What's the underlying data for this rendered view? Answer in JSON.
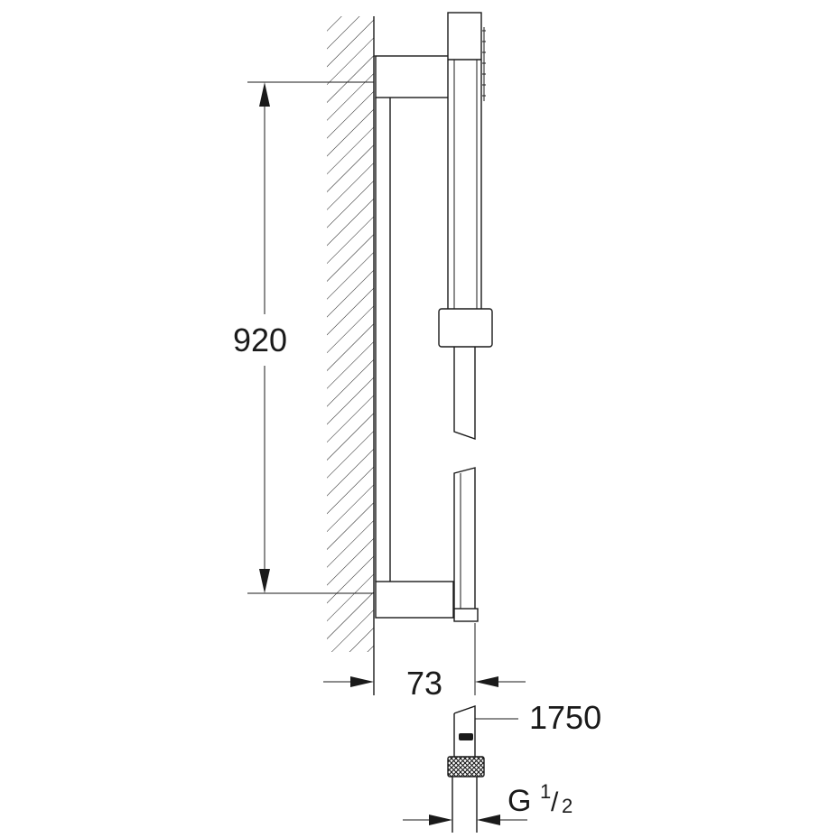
{
  "dimensions": {
    "rail_spacing": "920",
    "projection": "73",
    "hose_length": "1750",
    "thread_prefix": "G",
    "thread_numerator": "1",
    "thread_slash": "/",
    "thread_denominator": "2"
  },
  "colors": {
    "line": "#1a1a1a",
    "background": "#ffffff"
  }
}
